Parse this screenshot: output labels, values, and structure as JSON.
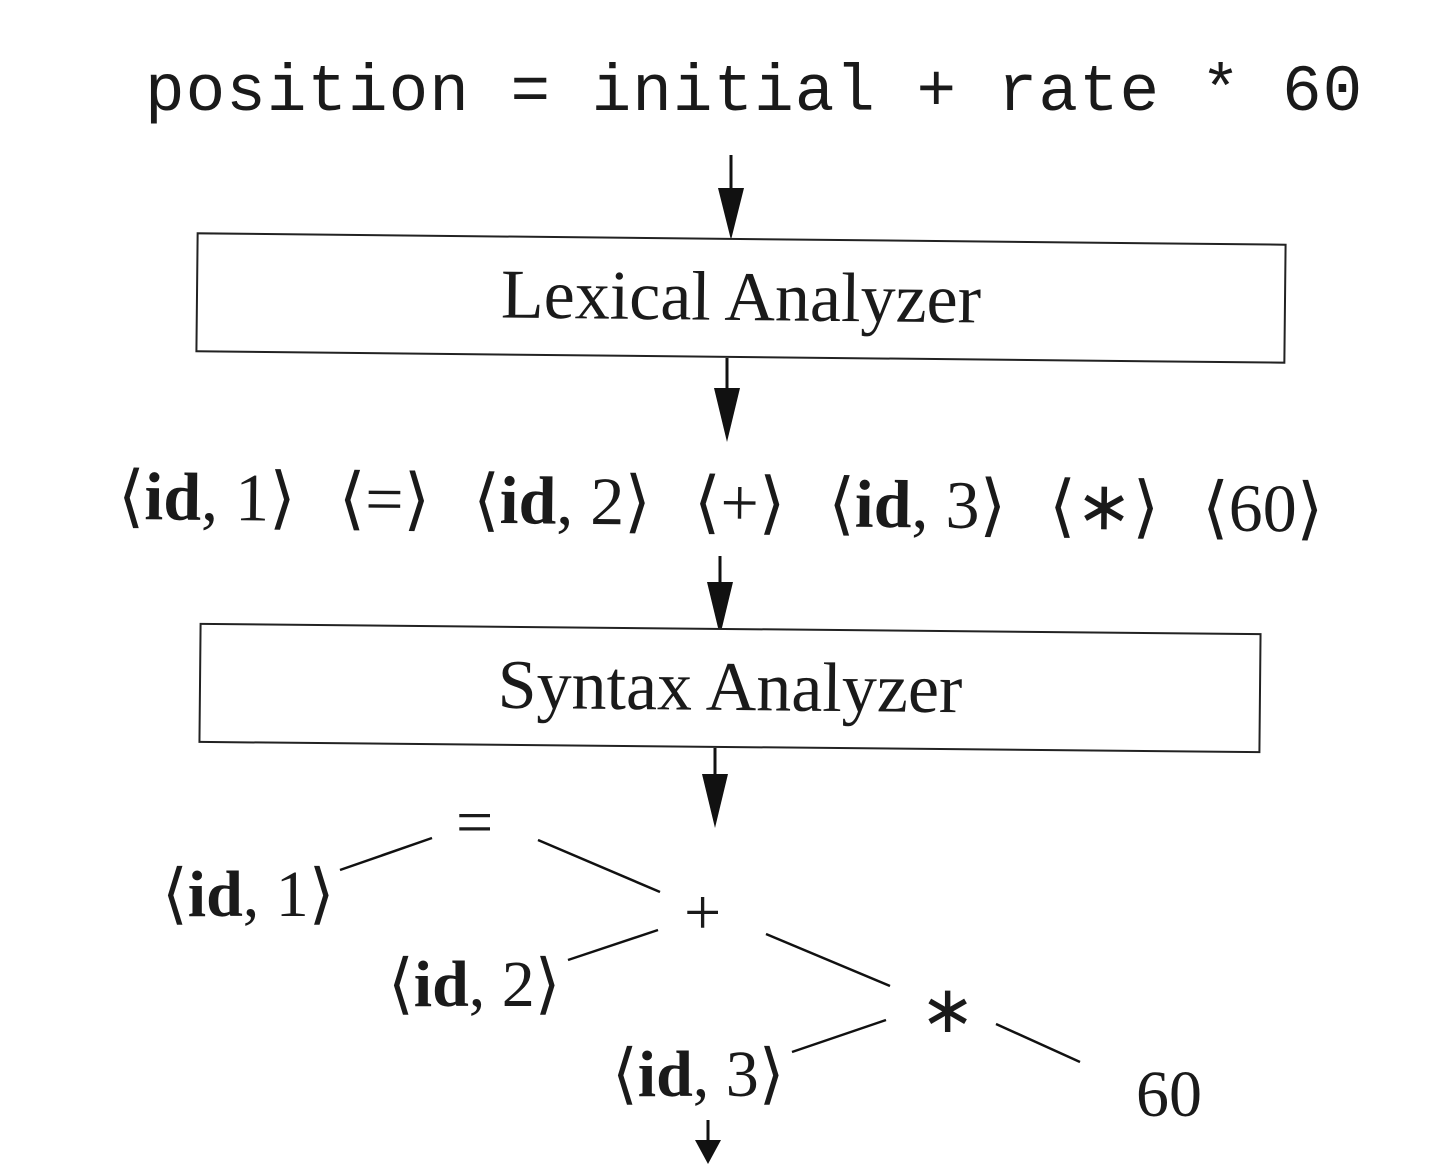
{
  "source_statement": "position = initial + rate * 60",
  "phases": [
    {
      "label": "Lexical Analyzer"
    },
    {
      "label": "Syntax Analyzer"
    }
  ],
  "token_stream": [
    {
      "lt": "⟨",
      "name": "id",
      "sep": ", ",
      "val": "1",
      "rt": "⟩"
    },
    {
      "lt": "⟨",
      "name": "",
      "sep": "",
      "val": "=",
      "rt": "⟩"
    },
    {
      "lt": "⟨",
      "name": "id",
      "sep": ", ",
      "val": "2",
      "rt": "⟩"
    },
    {
      "lt": "⟨",
      "name": "",
      "sep": "",
      "val": "+",
      "rt": "⟩"
    },
    {
      "lt": "⟨",
      "name": "id",
      "sep": ", ",
      "val": "3",
      "rt": "⟩"
    },
    {
      "lt": "⟨",
      "name": "",
      "sep": "",
      "val": "∗",
      "rt": "⟩"
    },
    {
      "lt": "⟨",
      "name": "",
      "sep": "",
      "val": "60",
      "rt": "⟩"
    }
  ],
  "syntax_tree": {
    "assign_op": "=",
    "plus_op": "+",
    "times_op": "∗",
    "id1": {
      "lt": "⟨",
      "name": "id",
      "sep": ", ",
      "val": "1",
      "rt": "⟩"
    },
    "id2": {
      "lt": "⟨",
      "name": "id",
      "sep": ", ",
      "val": "2",
      "rt": "⟩"
    },
    "id3": {
      "lt": "⟨",
      "name": "id",
      "sep": ", ",
      "val": "3",
      "rt": "⟩"
    },
    "const": "60"
  }
}
